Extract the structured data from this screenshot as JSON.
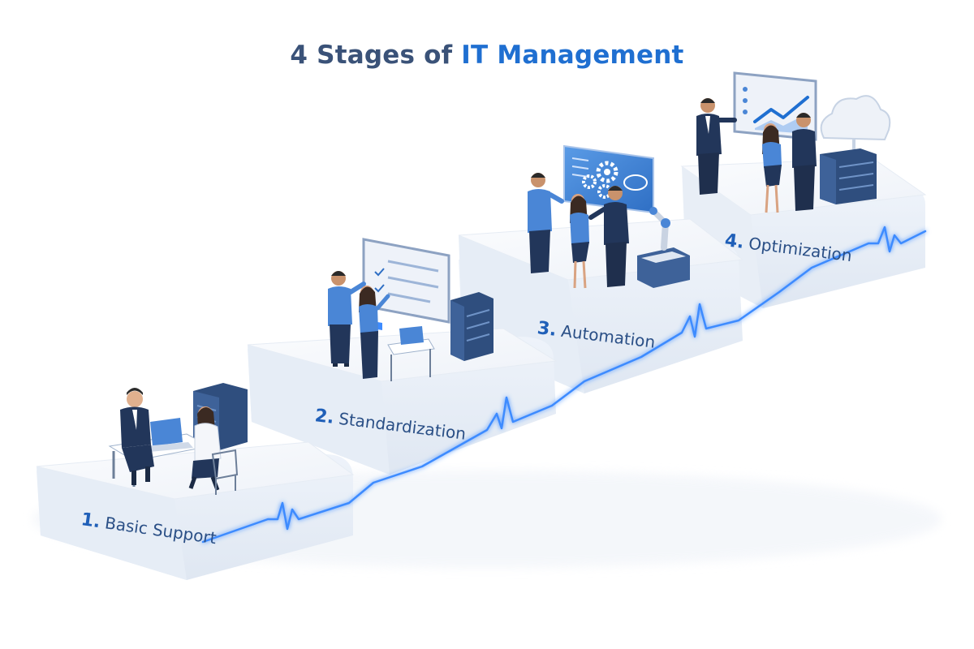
{
  "title": {
    "prefix": "4 Stages of ",
    "highlight": "IT Management"
  },
  "stages": [
    {
      "number": "1.",
      "label": "Basic Support"
    },
    {
      "number": "2.",
      "label": "Standardization"
    },
    {
      "number": "3.",
      "label": "Automation"
    },
    {
      "number": "4.",
      "label": "Optimization"
    }
  ],
  "colors": {
    "title": "#3a5278",
    "title_accent": "#1f6fd1",
    "platform_top": "#f3f6fb",
    "platform_side": "#e3eaf4",
    "pulse_line": "#3d8bff",
    "suit_navy": "#22365a",
    "shirt_blue": "#4a86d6"
  }
}
